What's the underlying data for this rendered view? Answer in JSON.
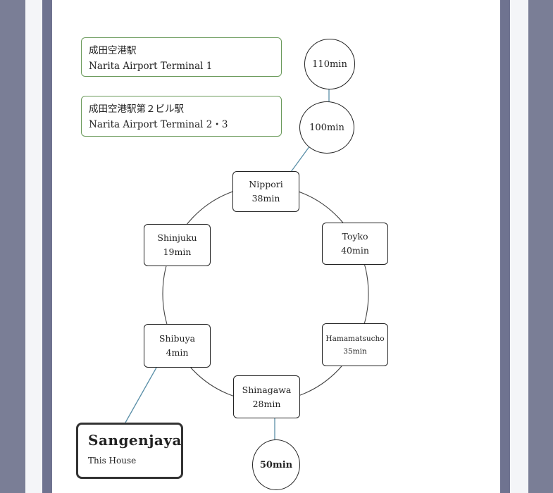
{
  "terminals": {
    "t1_jp": "成田空港駅",
    "t1_en": "Narita Airport Terminal 1",
    "t23_jp": "成田空港駅第２ビル駅",
    "t23_en": "Narita Airport Terminal 2・3"
  },
  "times": {
    "t1": "110min",
    "t23": "100min",
    "sangenjaya_end": "50min"
  },
  "stations": {
    "nippori": {
      "name": "Nippori",
      "time": "38min"
    },
    "tokyo": {
      "name": "Toyko",
      "time": "40min"
    },
    "hamamatsucho": {
      "name": "Hamamatsucho",
      "time": "35min"
    },
    "shinagawa": {
      "name": "Shinagawa",
      "time": "28min"
    },
    "shibuya": {
      "name": "Shibuya",
      "time": "4min"
    },
    "shinjuku": {
      "name": "Shinjuku",
      "time": "19min"
    }
  },
  "home": {
    "name": "Sangenjaya",
    "subtitle": "This House"
  },
  "colors": {
    "terminal_border": "#6a9a5a",
    "connector": "#5a8fa8",
    "loop_line": "#444444"
  }
}
